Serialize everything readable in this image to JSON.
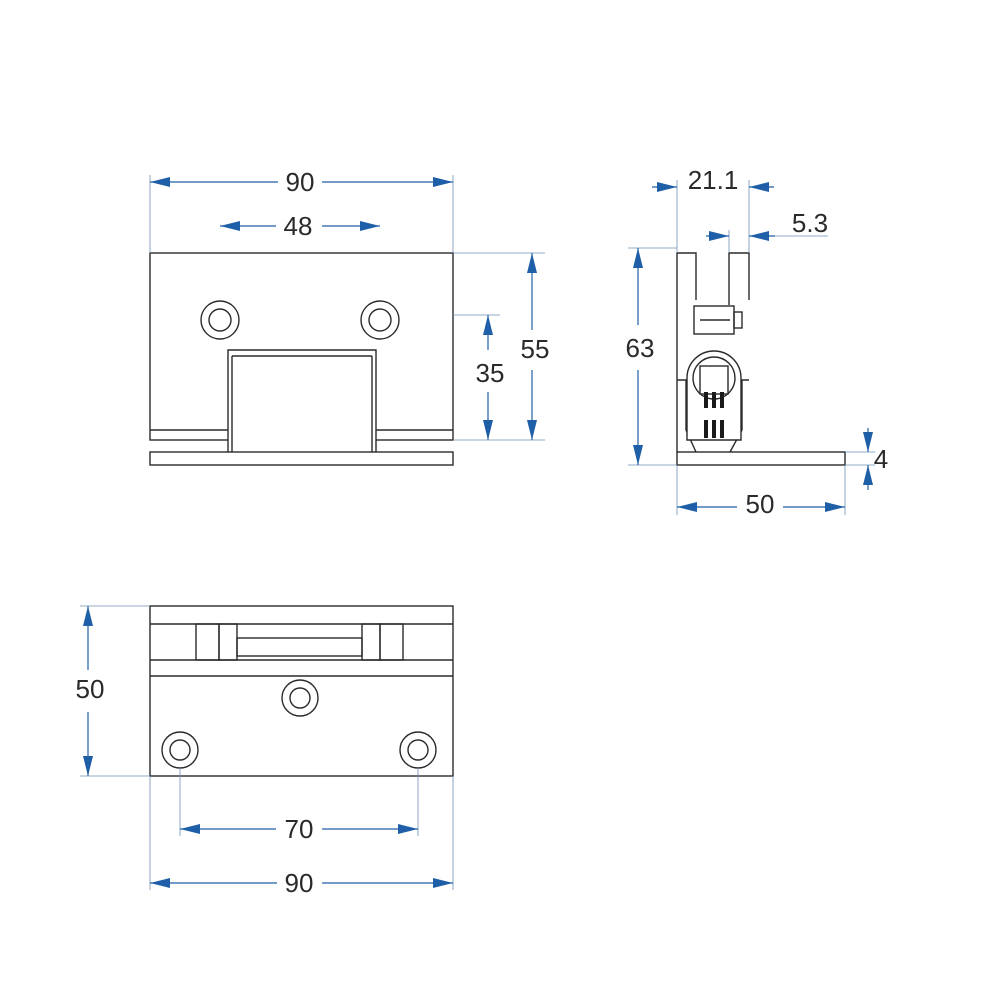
{
  "dimensions": {
    "front_width": "90",
    "front_hole_spacing": "48",
    "front_height": "55",
    "front_cutout_height": "35",
    "side_width": "21.1",
    "side_gap": "5.3",
    "side_height": "63",
    "side_base_width": "50",
    "side_base_thickness": "4",
    "bottom_depth": "50",
    "bottom_hole_spacing": "70",
    "bottom_width": "90"
  },
  "colors": {
    "dimension_line": "#1f5fa8",
    "outline": "#2a2a2a"
  }
}
